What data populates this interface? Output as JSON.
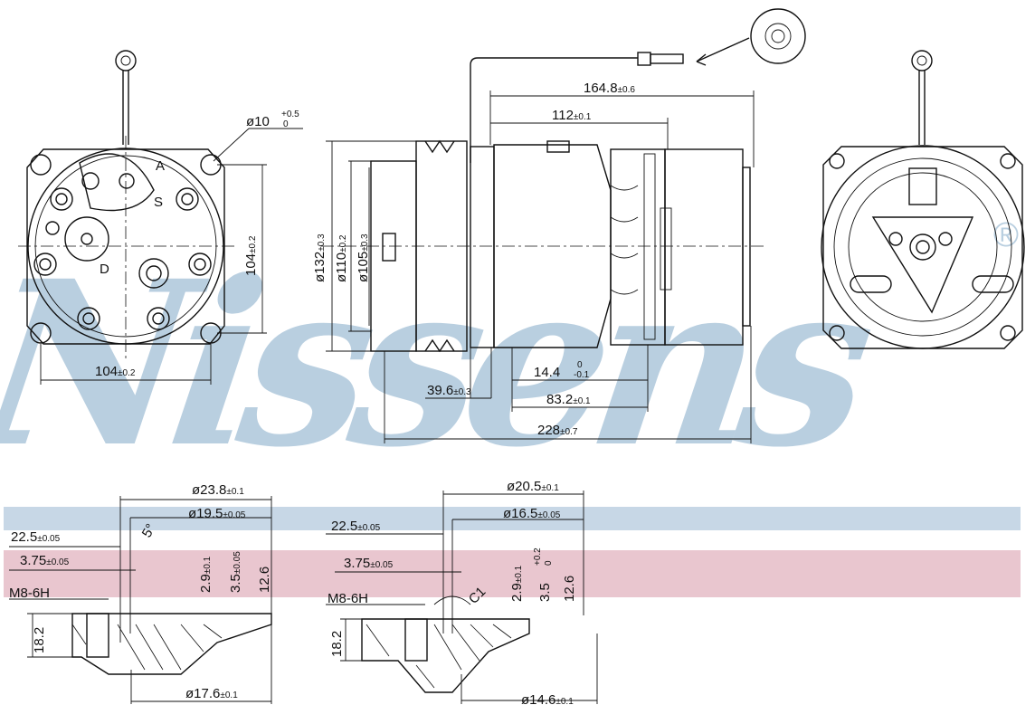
{
  "watermark": {
    "text": "Nissens",
    "registered": "®",
    "color": "#b9cfe0"
  },
  "bands": {
    "blue": "#c7d7e6",
    "pink": "#e9c6cf"
  },
  "front_view": {
    "hole_dia": {
      "label": "ø10",
      "tol_upper": "+0.5",
      "tol_lower": "0"
    },
    "port_S": "S",
    "port_D": "D",
    "port_A": "A",
    "height": {
      "value": "104",
      "tol": "±0.2"
    },
    "width": {
      "value": "104",
      "tol": "±0.2"
    }
  },
  "side_view": {
    "d132": {
      "value": "ø132",
      "tol": "±0.3"
    },
    "d110": {
      "value": "ø110",
      "tol": "±0.2"
    },
    "d105": {
      "value": "ø105",
      "tol": "±0.3"
    },
    "len_164": {
      "value": "164.8",
      "tol": "±0.6"
    },
    "len_112": {
      "value": "112",
      "tol": "±0.1"
    },
    "len_14": {
      "value": "14.4",
      "tol_upper": "0",
      "tol_lower": "-0.1"
    },
    "len_39": {
      "value": "39.6",
      "tol": "±0.3"
    },
    "len_83": {
      "value": "83.2",
      "tol": "±0.1"
    },
    "len_228": {
      "value": "228",
      "tol": "±0.7"
    }
  },
  "port_left": {
    "d23": {
      "value": "ø23.8",
      "tol": "±0.1"
    },
    "d19": {
      "value": "ø19.5",
      "tol": "±0.05"
    },
    "d17": {
      "value": "ø17.6",
      "tol": "±0.1"
    },
    "l22": {
      "value": "22.5",
      "tol": "±0.05"
    },
    "l375": {
      "value": "3.75",
      "tol": "±0.05"
    },
    "thread": "M8-6H",
    "angle": "5°",
    "h29": {
      "value": "2.9",
      "tol": "±0.1"
    },
    "h35": {
      "value": "3.5",
      "tol": "±0.05"
    },
    "h126": "12.6",
    "h182": "18.2"
  },
  "port_right": {
    "d20": {
      "value": "ø20.5",
      "tol": "±0.1"
    },
    "d16": {
      "value": "ø16.5",
      "tol": "±0.05"
    },
    "d14": {
      "value": "ø14.6",
      "tol": "±0.1"
    },
    "l22": {
      "value": "22.5",
      "tol": "±0.05"
    },
    "l375": {
      "value": "3.75",
      "tol": "±0.05"
    },
    "thread": "M8-6H",
    "angle": "C1",
    "h29": {
      "value": "2.9",
      "tol": "±0.1"
    },
    "h35": {
      "value": "3.5",
      "tol_upper": "+0.2",
      "tol_lower": "0"
    },
    "h126": "12.6",
    "h182": "18.2"
  }
}
